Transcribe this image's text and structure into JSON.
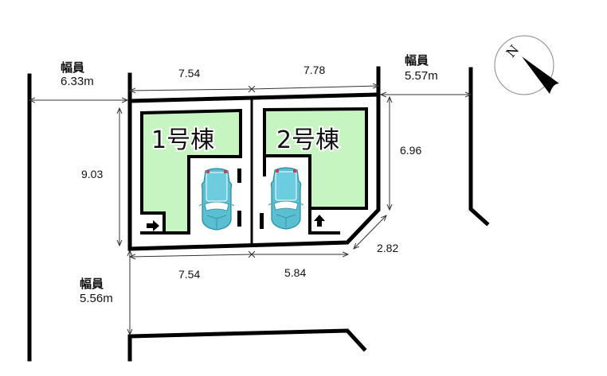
{
  "colors": {
    "building": "#c6f5c2",
    "line": "#000000",
    "car_body": "#5bbfd2",
    "car_light": "#c0444f",
    "background": "#ffffff"
  },
  "roads": {
    "west": {
      "label": "幅員",
      "width": "6.33m"
    },
    "east": {
      "label": "幅員",
      "width": "5.57m"
    },
    "south": {
      "label": "幅員",
      "width": "5.56m"
    }
  },
  "dimensions": {
    "top_left": "7.54",
    "top_right": "7.78",
    "left_side": "9.03",
    "right_side": "6.96",
    "corner_cut": "2.82",
    "bottom_left": "7.54",
    "bottom_right": "5.84"
  },
  "lots": [
    {
      "label": "1号棟",
      "entry_arrow": "arrow-right-icon"
    },
    {
      "label": "2号棟",
      "entry_arrow": "arrow-up-icon"
    }
  ],
  "compass": {
    "label": "N",
    "icon": "north-arrow-icon"
  }
}
